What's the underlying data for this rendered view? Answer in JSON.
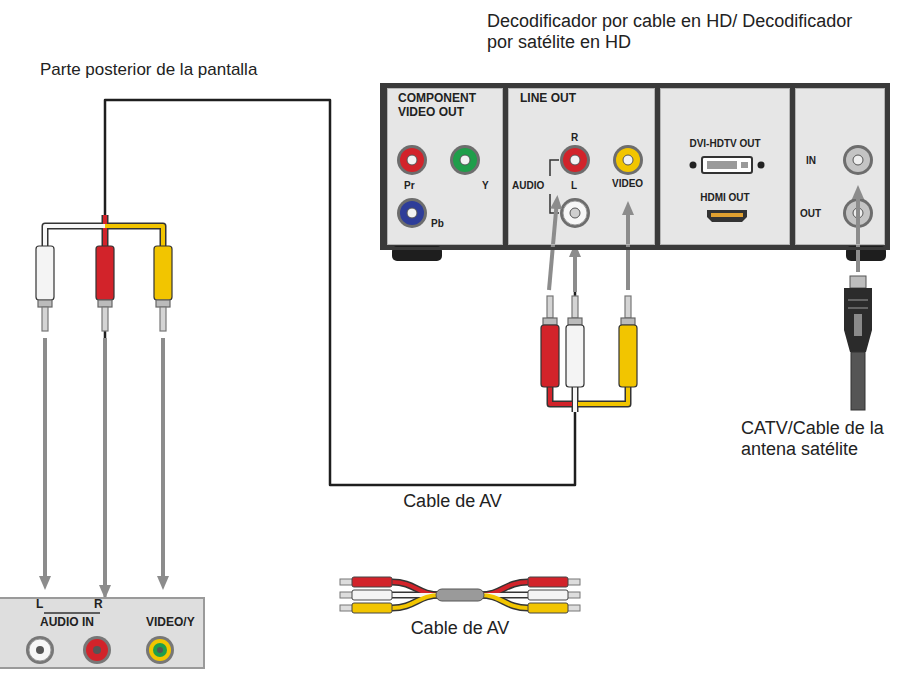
{
  "diagram": {
    "nodes": [
      {
        "text": [
          "Decodificador por cable en HD/ Decodificador por satélite en HD"
        ]
      },
      {
        "text": [
          "COMPONENT VIDEO OUT",
          "Pr",
          "Y",
          "Pb"
        ],
        "in": 0
      },
      {
        "text": [
          "LINE OUT",
          "R",
          "AUDIO",
          "L",
          "VIDEO"
        ],
        "in": 0
      },
      {
        "text": [
          "DVI-HDTV OUT",
          "HDMI OUT"
        ],
        "in": 0
      },
      {
        "text": [
          "IN",
          "OUT"
        ],
        "in": 0
      },
      {
        "text": [
          "L",
          "R",
          "AUDIO IN",
          "VIDEO/Y"
        ]
      }
    ],
    "edges": [
      {
        "from": 5,
        "to": 2,
        "arrow": "both",
        "label": "Cable de AV"
      }
    ],
    "labels": [
      "Parte posterior de la pantalla",
      "CATV/Cable de la antena satélite",
      "Cable de AV"
    ]
  }
}
